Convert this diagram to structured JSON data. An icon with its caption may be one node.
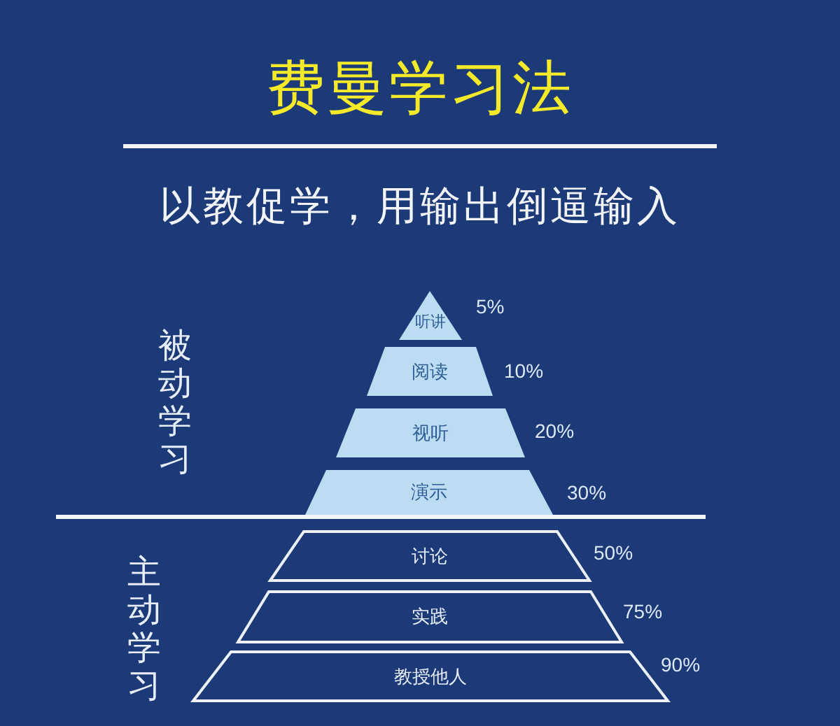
{
  "diagram": {
    "title": "费曼学习法",
    "nodes": [
      {
        "text": [
          "听讲"
        ],
        "beside": [
          "5%"
        ]
      },
      {
        "text": [
          "阅读"
        ],
        "beside": [
          "10%"
        ]
      },
      {
        "text": [
          "视听"
        ],
        "beside": [
          "20%"
        ]
      },
      {
        "text": [
          "演示"
        ],
        "beside": [
          "30%"
        ]
      },
      {
        "text": [
          "讨论"
        ],
        "beside": [
          "50%"
        ]
      },
      {
        "text": [
          "实践"
        ],
        "beside": [
          "75%"
        ]
      },
      {
        "text": [
          "教授他人"
        ],
        "beside": [
          "90%"
        ]
      }
    ],
    "labels": [
      "以教促学，用输出倒逼输入",
      "被动学习",
      "主动学习"
    ]
  }
}
